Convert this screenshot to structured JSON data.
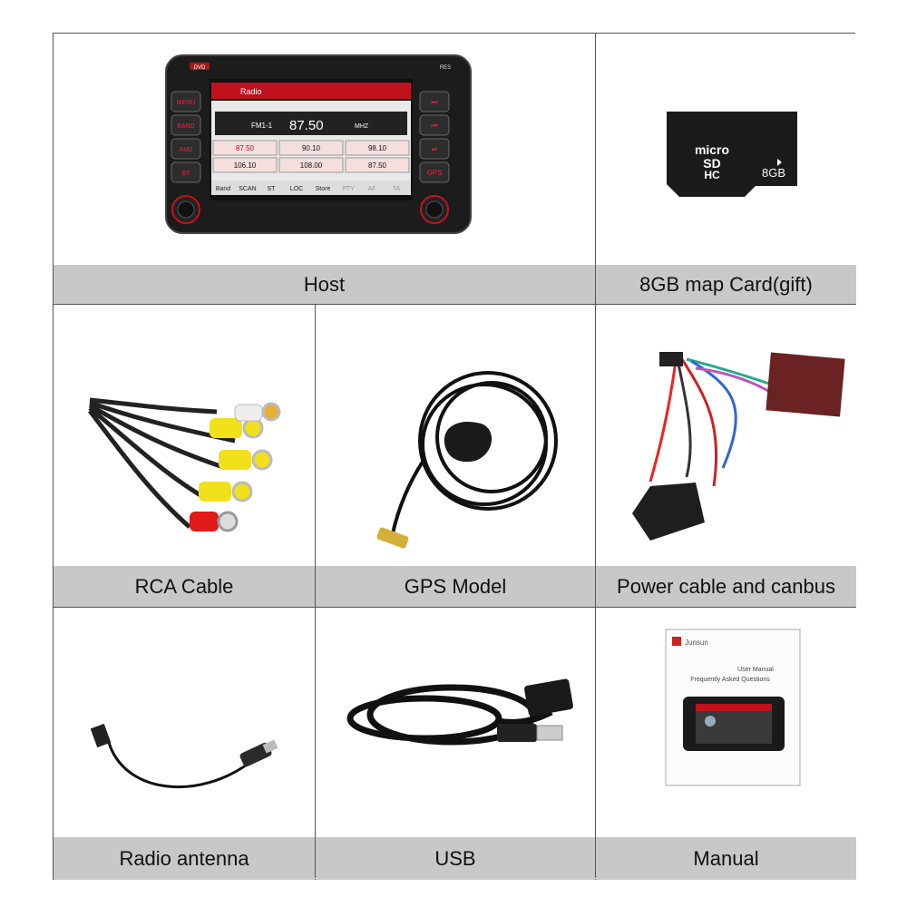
{
  "items": {
    "host": "Host",
    "map_card": "8GB map Card(gift)",
    "rca": "RCA Cable",
    "gps": "GPS Model",
    "power": "Power cable and canbus",
    "antenna": "Radio antenna",
    "usb": "USB",
    "manual": "Manual"
  },
  "radio": {
    "title": "Radio",
    "band": "FM1-1",
    "frequency": "87.50",
    "unit": "MHZ",
    "presets": [
      "87.50",
      "90.10",
      "98.10",
      "106.10",
      "108.00",
      "87.50"
    ],
    "buttons": [
      "Band",
      "SCAN",
      "ST",
      "LOC",
      "Store",
      "PTY",
      "AF",
      "TA"
    ],
    "side_left": [
      "MENU",
      "BAND",
      "AMS",
      "BT"
    ],
    "side_top_left": "DVD",
    "side_top_right": "RES"
  },
  "sdcard": {
    "line1": "micro",
    "line2": "SD",
    "line3": "HC",
    "capacity": "8GB"
  },
  "manual_doc": {
    "brand": "Junsun",
    "title1": "User Manual",
    "title2": "Frequently Asked Questions"
  },
  "colors": {
    "label_bg": "#c8c8c8",
    "border": "#555555",
    "accent_red": "#c0121e"
  }
}
